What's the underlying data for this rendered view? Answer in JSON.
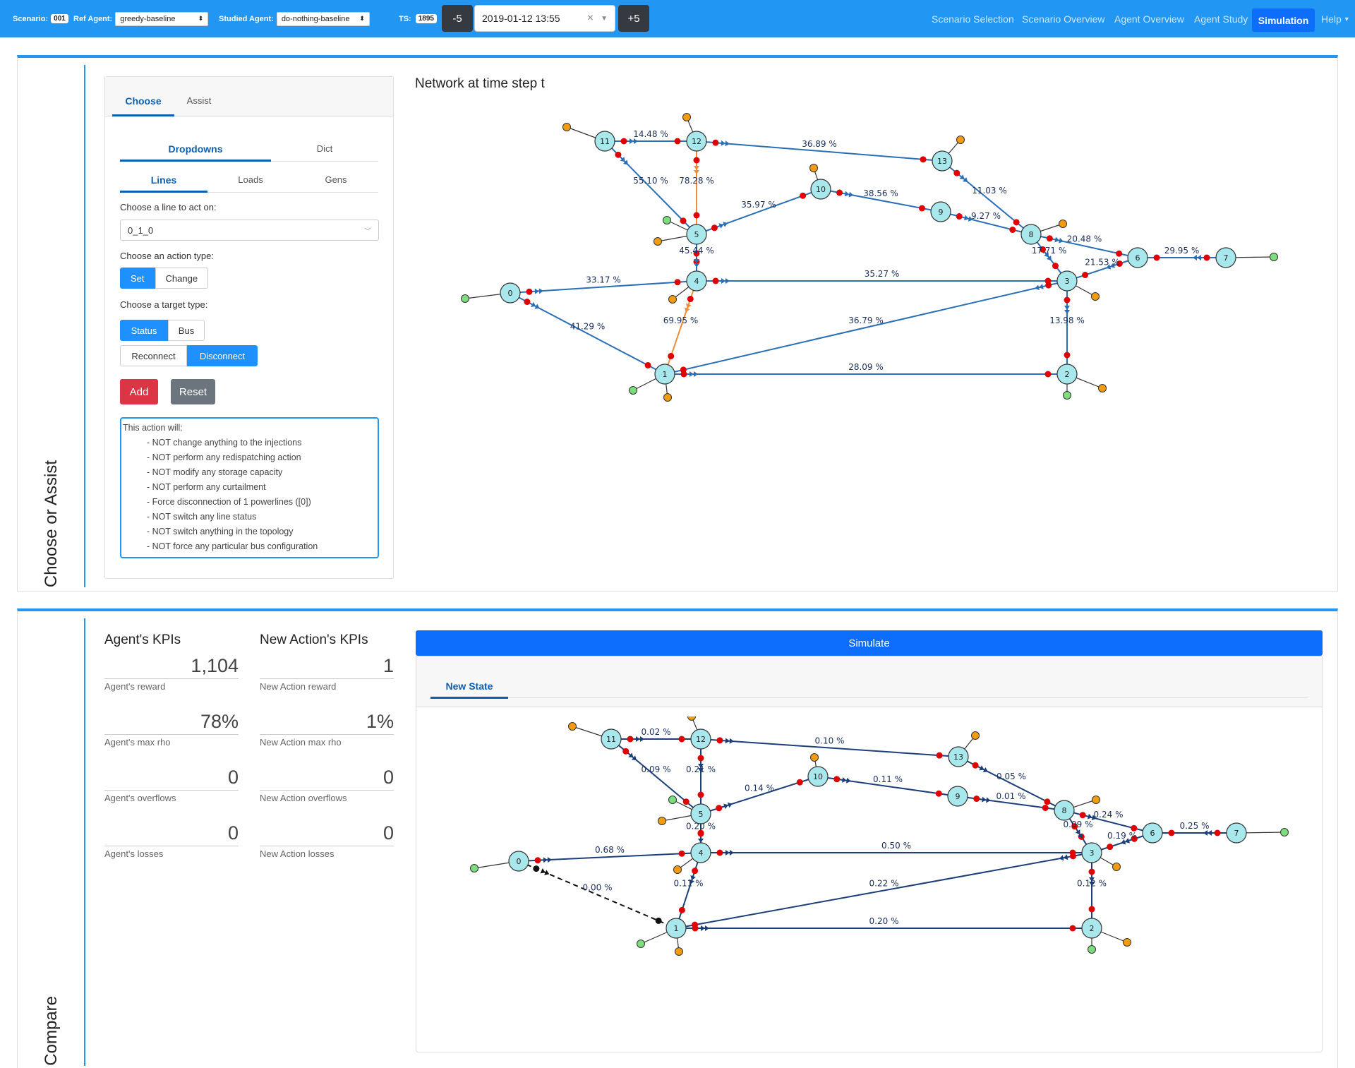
{
  "topbar": {
    "scenario_label": "Scenario:",
    "scenario_value": "001",
    "ref_agent_label": "Ref Agent:",
    "ref_agent_value": "greedy-baseline",
    "studied_agent_label": "Studied Agent:",
    "studied_agent_value": "do-nothing-baseline",
    "ts_label": "TS:",
    "ts_value": "1895",
    "minus_label": "-5",
    "plus_label": "+5",
    "datetime": "2019-01-12 13:55",
    "clear_symbol": "×",
    "nav": [
      "Scenario Selection",
      "Scenario Overview",
      "Agent Overview",
      "Agent Study"
    ],
    "nav_active": "Simulation",
    "help": "Help"
  },
  "section1": {
    "side_label": "Choose or Assist",
    "tabs": [
      "Choose",
      "Assist"
    ],
    "subtabs": [
      "Dropdowns",
      "Dict"
    ],
    "subsubtabs": [
      "Lines",
      "Loads",
      "Gens"
    ],
    "line_prompt": "Choose a line to act on:",
    "line_value": "0_1_0",
    "action_type_prompt": "Choose an action type:",
    "action_types": [
      "Set",
      "Change"
    ],
    "target_type_prompt": "Choose a target type:",
    "target_types": [
      "Status",
      "Bus"
    ],
    "status_options": [
      "Reconnect",
      "Disconnect"
    ],
    "add_label": "Add",
    "reset_label": "Reset",
    "action_desc": [
      "This action will:",
      "- NOT change anything to the injections",
      "- NOT perform any redispatching action",
      "- NOT modify any storage capacity",
      "- NOT perform any curtailment",
      "- Force disconnection of 1 powerlines ([0])",
      "- NOT switch any line status",
      "- NOT switch anything in the topology",
      "- NOT force any particular bus configuration"
    ],
    "network_title": "Network at time step t"
  },
  "section2": {
    "side_label": "Compare",
    "agent_kpi_title": "Agent's KPIs",
    "new_kpi_title": "New Action's KPIs",
    "agent_kpis": [
      {
        "value": "1,104",
        "label": "Agent's reward"
      },
      {
        "value": "78%",
        "label": "Agent's max rho"
      },
      {
        "value": "0",
        "label": "Agent's overflows"
      },
      {
        "value": "0",
        "label": "Agent's losses"
      }
    ],
    "new_kpis": [
      {
        "value": "1",
        "label": "New Action reward"
      },
      {
        "value": "1%",
        "label": "New Action max rho"
      },
      {
        "value": "0",
        "label": "New Action overflows"
      },
      {
        "value": "0",
        "label": "New Action losses"
      }
    ],
    "simulate_label": "Simulate",
    "result_tab": "New State"
  },
  "colors": {
    "accent": "#2196f3",
    "line_normal": "#2a6fb6",
    "line_dark": "#1c3f7a",
    "line_overload": "#f28c38",
    "node_fill": "#a8e8ec",
    "gen": "#7ddc7d",
    "load": "#f39c12",
    "bus_dot": "#e00000"
  },
  "graph1": {
    "lines": [
      {
        "from": "11",
        "to": "12",
        "label": "14.48 %"
      },
      {
        "from": "12",
        "to": "13",
        "label": "36.89 %"
      },
      {
        "from": "11",
        "to": "5",
        "label": "55.10 %"
      },
      {
        "from": "12",
        "to": "5",
        "label": "78.28 %",
        "overload": true
      },
      {
        "from": "5",
        "to": "10",
        "label": "35.97 %"
      },
      {
        "from": "10",
        "to": "9",
        "label": "38.56 %"
      },
      {
        "from": "13",
        "to": "8",
        "label": "11.03 %"
      },
      {
        "from": "9",
        "to": "8",
        "label": "9.27 %"
      },
      {
        "from": "8",
        "to": "6",
        "label": "20.48 %"
      },
      {
        "from": "7",
        "to": "6",
        "label": "29.95 %"
      },
      {
        "from": "8",
        "to": "3",
        "label": "17.71 %"
      },
      {
        "from": "6",
        "to": "3",
        "label": "21.53 %"
      },
      {
        "from": "5",
        "to": "4",
        "label": "45.44 %"
      },
      {
        "from": "0",
        "to": "4",
        "label": "33.17 %"
      },
      {
        "from": "4",
        "to": "3",
        "label": "35.27 %"
      },
      {
        "from": "0",
        "to": "1",
        "label": "41.29 %"
      },
      {
        "from": "4",
        "to": "1",
        "label": "69.95 %",
        "overload": true
      },
      {
        "from": "3",
        "to": "1",
        "label": "36.79 %"
      },
      {
        "from": "3",
        "to": "2",
        "label": "13.98 %"
      },
      {
        "from": "1",
        "to": "2",
        "label": "28.09 %"
      }
    ]
  },
  "graph2": {
    "lines": [
      {
        "from": "11",
        "to": "12",
        "label": "0.02 %"
      },
      {
        "from": "12",
        "to": "13",
        "label": "0.10 %"
      },
      {
        "from": "11",
        "to": "5",
        "label": "0.09 %"
      },
      {
        "from": "12",
        "to": "5",
        "label": "0.21 %"
      },
      {
        "from": "5",
        "to": "10",
        "label": "0.14 %"
      },
      {
        "from": "10",
        "to": "9",
        "label": "0.11 %"
      },
      {
        "from": "13",
        "to": "8",
        "label": "0.05 %"
      },
      {
        "from": "9",
        "to": "8",
        "label": "0.01 %"
      },
      {
        "from": "8",
        "to": "6",
        "label": "0.24 %"
      },
      {
        "from": "7",
        "to": "6",
        "label": "0.25 %"
      },
      {
        "from": "8",
        "to": "3",
        "label": "0.09 %"
      },
      {
        "from": "6",
        "to": "3",
        "label": "0.19 %"
      },
      {
        "from": "5",
        "to": "4",
        "label": "0.20 %"
      },
      {
        "from": "0",
        "to": "4",
        "label": "0.68 %"
      },
      {
        "from": "4",
        "to": "3",
        "label": "0.50 %"
      },
      {
        "from": "0",
        "to": "1",
        "label": "0.00 %",
        "disconnected": true
      },
      {
        "from": "4",
        "to": "1",
        "label": "0.11 %"
      },
      {
        "from": "3",
        "to": "1",
        "label": "0.22 %"
      },
      {
        "from": "3",
        "to": "2",
        "label": "0.12 %"
      },
      {
        "from": "1",
        "to": "2",
        "label": "0.20 %"
      }
    ]
  }
}
